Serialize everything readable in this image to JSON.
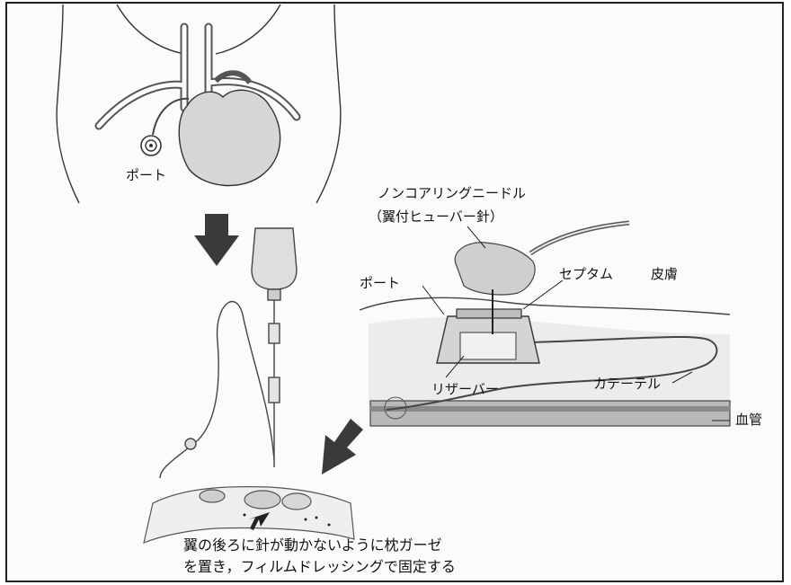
{
  "labels": {
    "port_top": "ポート",
    "needle_line1": "ノンコアリングニードル",
    "needle_line2": "（翼付ヒューバー針）",
    "port_cross": "ポート",
    "septum": "セプタム",
    "skin": "皮膚",
    "reservoir": "リザーバー",
    "catheter": "カテーテル",
    "vessel": "血管"
  },
  "caption": {
    "line1": "翼の後ろに針が動かないように枕ガーゼ",
    "line2": "を置き，フィルムドレッシングで固定する"
  },
  "colors": {
    "arrow": "#3a3a3a",
    "shade": "#d8d8d8",
    "line": "#333333"
  }
}
